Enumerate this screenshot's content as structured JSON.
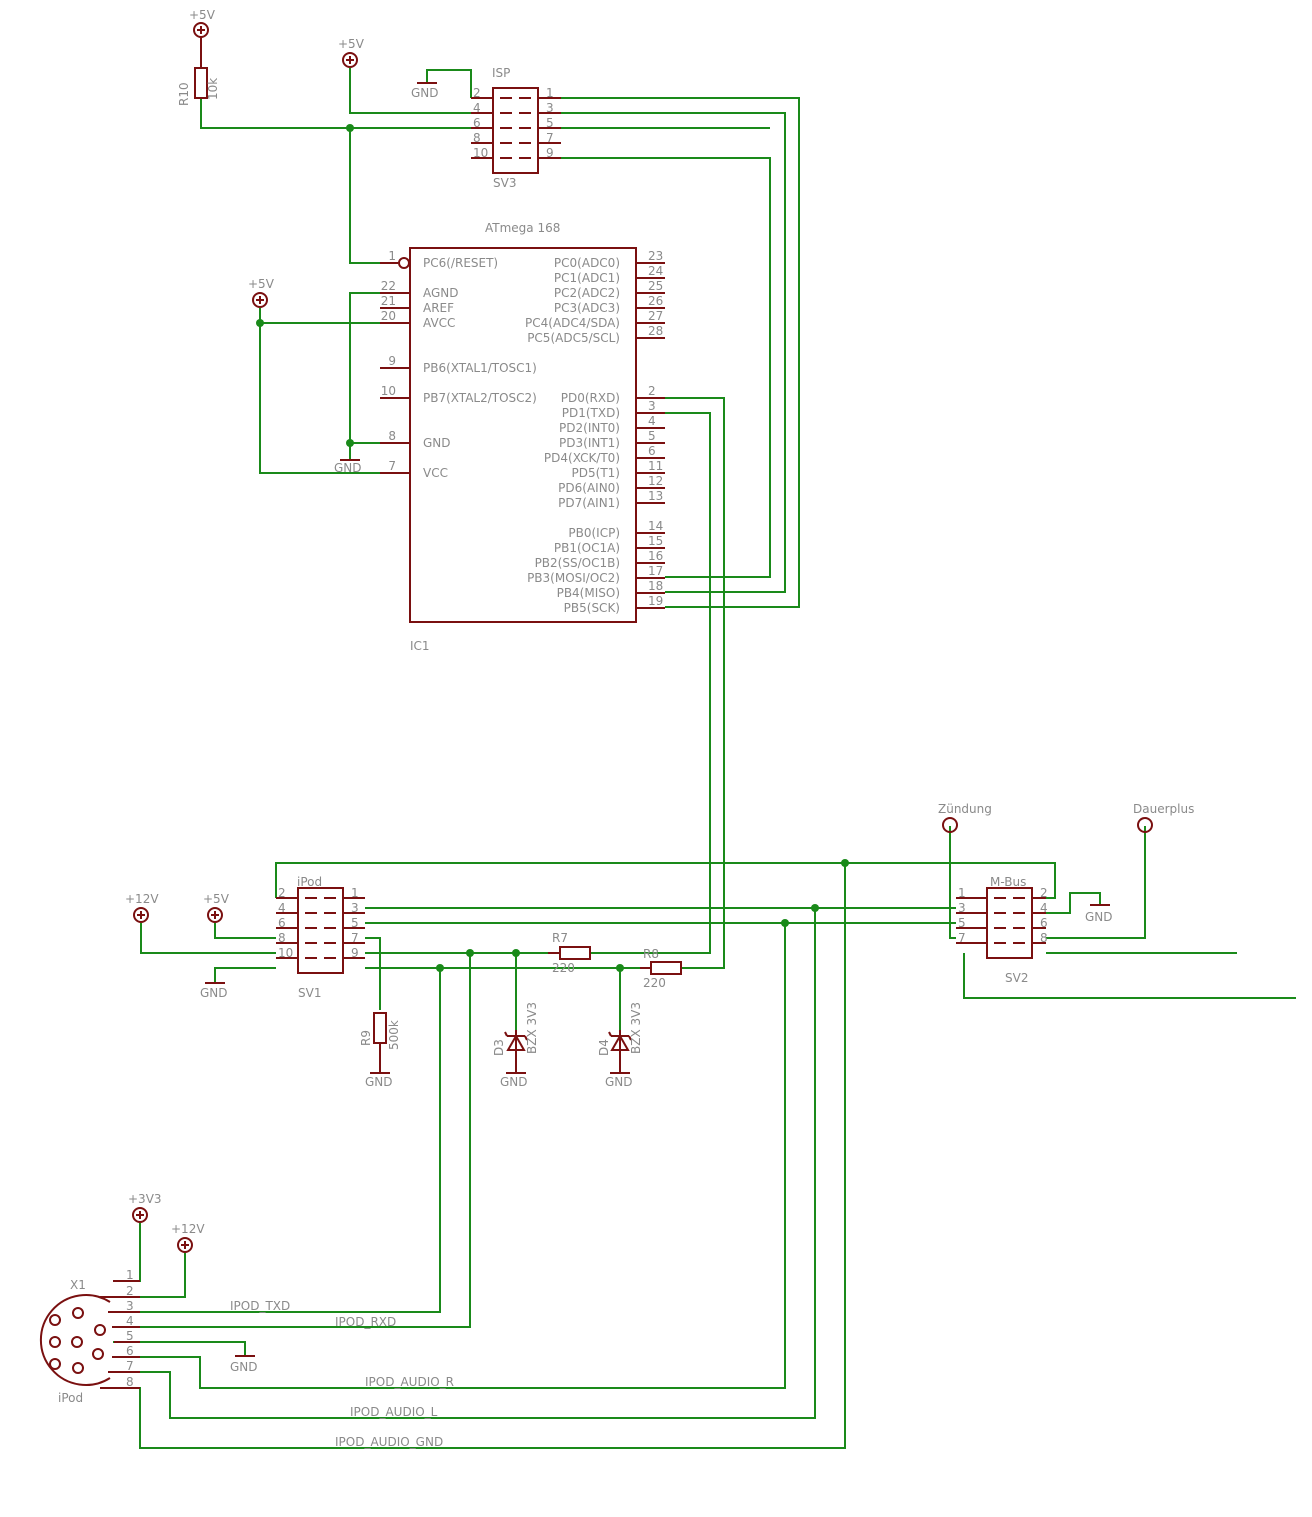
{
  "title": "",
  "supplies": {
    "p5v_r10": "+5V",
    "p5v_isp": "+5V",
    "p5v_avcc": "+5V",
    "p5v_sv1": "+5V",
    "p12v_sv1": "+12V",
    "p3v3_x1": "+3V3",
    "p12v_x1": "+12V",
    "zuendung": "Zündung",
    "dauerplus": "Dauerplus"
  },
  "gnd_label": "GND",
  "r10": {
    "name": "R10",
    "value": "10k"
  },
  "r9": {
    "name": "R9",
    "value": "500k"
  },
  "r7": {
    "name": "R7",
    "value": "220"
  },
  "r8": {
    "name": "R8",
    "value": "220"
  },
  "d3": {
    "name": "D3",
    "value": "BZX 3V3"
  },
  "d4": {
    "name": "D4",
    "value": "BZX 3V3"
  },
  "isp": {
    "name": "ISP",
    "ref": "SV3",
    "left_pins": [
      "2",
      "4",
      "6",
      "8",
      "10"
    ],
    "right_pins": [
      "1",
      "3",
      "5",
      "7",
      "9"
    ]
  },
  "ic1": {
    "part": "ATmega 168",
    "ref": "IC1",
    "left_pins": [
      {
        "num": "1",
        "name": "PC6(/RESET)"
      },
      {
        "num": "22",
        "name": "AGND"
      },
      {
        "num": "21",
        "name": "AREF"
      },
      {
        "num": "20",
        "name": "AVCC"
      },
      {
        "num": "9",
        "name": "PB6(XTAL1/TOSC1)"
      },
      {
        "num": "10",
        "name": "PB7(XTAL2/TOSC2)"
      },
      {
        "num": "8",
        "name": "GND"
      },
      {
        "num": "7",
        "name": "VCC"
      }
    ],
    "right_pins": [
      {
        "num": "23",
        "name": "PC0(ADC0)"
      },
      {
        "num": "24",
        "name": "PC1(ADC1)"
      },
      {
        "num": "25",
        "name": "PC2(ADC2)"
      },
      {
        "num": "26",
        "name": "PC3(ADC3)"
      },
      {
        "num": "27",
        "name": "PC4(ADC4/SDA)"
      },
      {
        "num": "28",
        "name": "PC5(ADC5/SCL)"
      },
      {
        "num": "2",
        "name": "PD0(RXD)"
      },
      {
        "num": "3",
        "name": "PD1(TXD)"
      },
      {
        "num": "4",
        "name": "PD2(INT0)"
      },
      {
        "num": "5",
        "name": "PD3(INT1)"
      },
      {
        "num": "6",
        "name": "PD4(XCK/T0)"
      },
      {
        "num": "11",
        "name": "PD5(T1)"
      },
      {
        "num": "12",
        "name": "PD6(AIN0)"
      },
      {
        "num": "13",
        "name": "PD7(AIN1)"
      },
      {
        "num": "14",
        "name": "PB0(ICP)"
      },
      {
        "num": "15",
        "name": "PB1(OC1A)"
      },
      {
        "num": "16",
        "name": "PB2(SS/OC1B)"
      },
      {
        "num": "17",
        "name": "PB3(MOSI/OC2)"
      },
      {
        "num": "18",
        "name": "PB4(MISO)"
      },
      {
        "num": "19",
        "name": "PB5(SCK)"
      }
    ]
  },
  "sv1": {
    "name": "iPod",
    "ref": "SV1",
    "left_pins": [
      "2",
      "4",
      "6",
      "8",
      "10"
    ],
    "right_pins": [
      "1",
      "3",
      "5",
      "7",
      "9"
    ]
  },
  "sv2": {
    "name": "M-Bus",
    "ref": "SV2",
    "left_pins": [
      "1",
      "3",
      "5",
      "7"
    ],
    "right_pins": [
      "2",
      "4",
      "6",
      "8"
    ]
  },
  "x1": {
    "ref": "X1",
    "name": "iPod",
    "pins": [
      "1",
      "2",
      "3",
      "4",
      "5",
      "6",
      "7",
      "8"
    ]
  },
  "nets": {
    "ipod_txd": "IPOD_TXD",
    "ipod_rxd": "IPOD_RXD",
    "ipod_audio_r": "IPOD_AUDIO_R",
    "ipod_audio_l": "IPOD_AUDIO_L",
    "ipod_audio_gnd": "IPOD_AUDIO_GND"
  }
}
